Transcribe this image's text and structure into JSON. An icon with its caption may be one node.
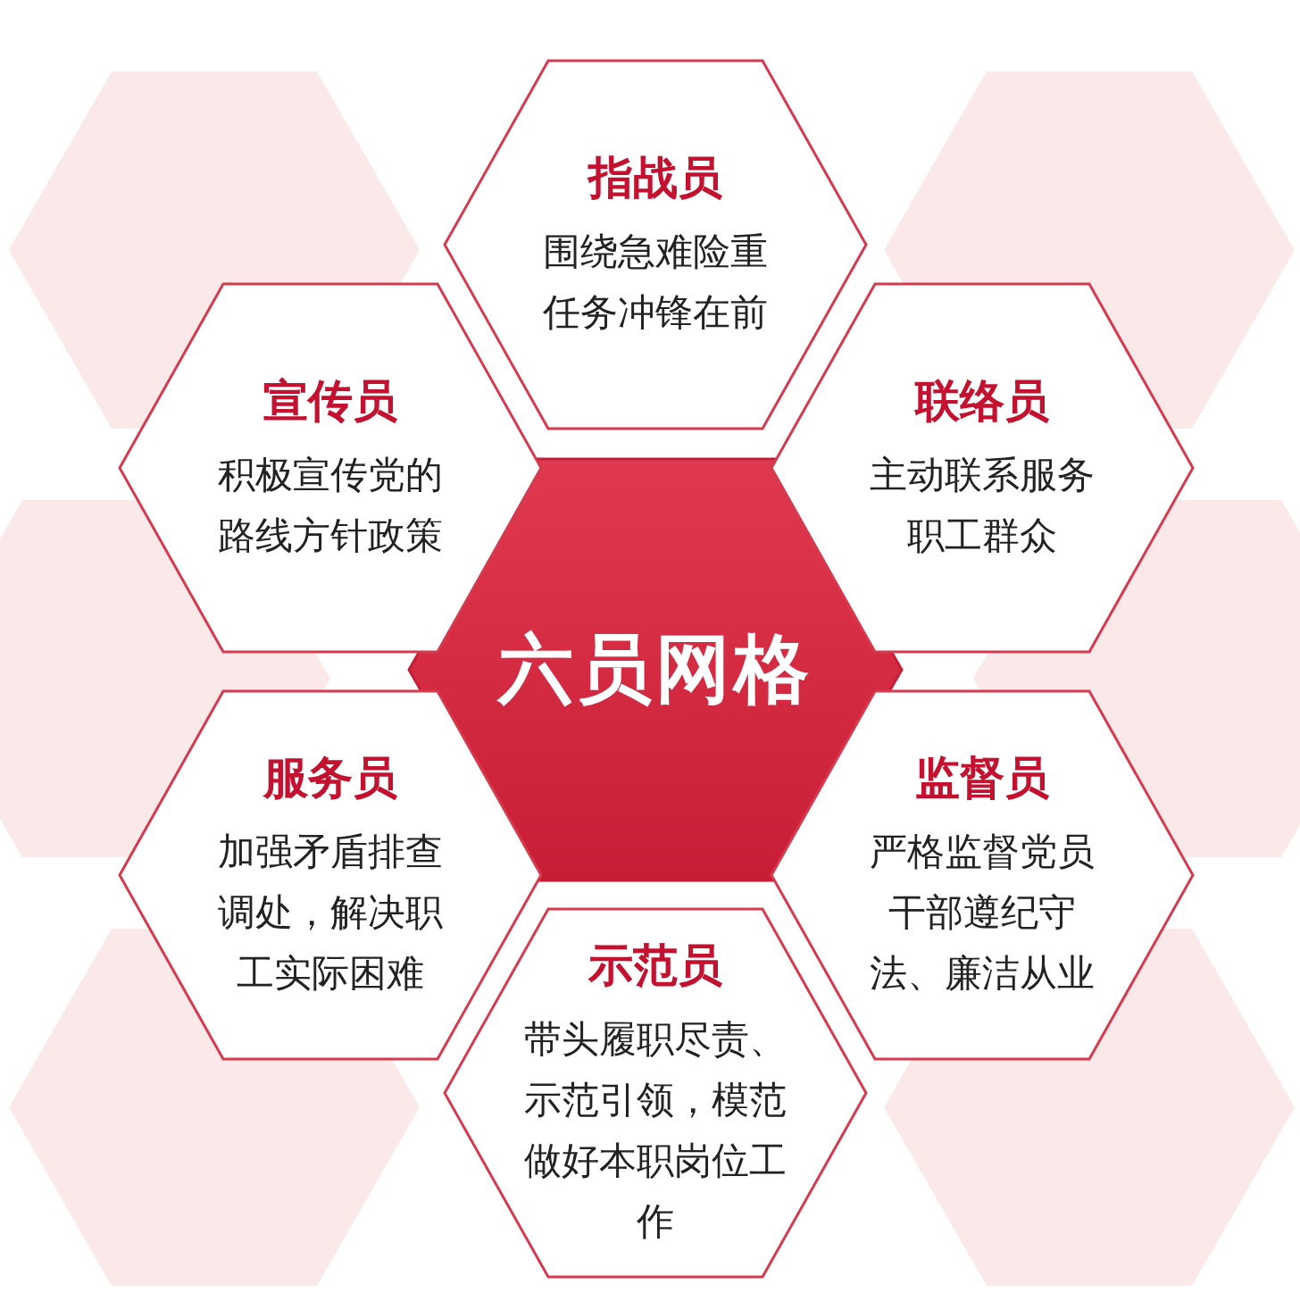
{
  "diagram": {
    "nodes": [
      {
        "text": [
          "指战员",
          "围绕急难险重任务冲锋在前"
        ]
      },
      {
        "text": [
          "宣传员",
          "积极宣传党的路线方针政策"
        ]
      },
      {
        "text": [
          "联络员",
          "主动联系服务职工群众"
        ]
      },
      {
        "text": [
          "六员网格"
        ]
      },
      {
        "text": [
          "服务员",
          "加强矛盾排查调处，解决职工实际困难"
        ]
      },
      {
        "text": [
          "监督员",
          "严格监督党员干部遵纪守法、廉洁从业"
        ]
      },
      {
        "text": [
          "示范员",
          "带头履职尽责、示范引领，模范做好本职岗位工作"
        ]
      }
    ]
  }
}
